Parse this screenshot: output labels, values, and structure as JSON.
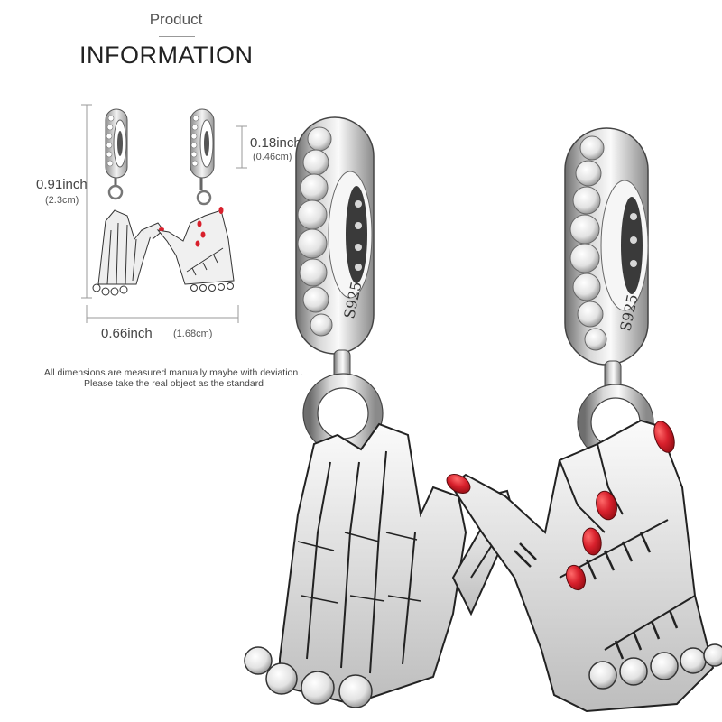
{
  "header": {
    "subtitle": "Product",
    "title": "INFORMATION"
  },
  "dimensions": {
    "height_in": "0.91inch",
    "height_cm": "(2.3cm)",
    "bail_in": "0.18inch",
    "bail_cm": "(0.46cm)",
    "width_in": "0.66inch",
    "width_cm": "(1.68cm)"
  },
  "note": {
    "line1": "All dimensions are measured manually maybe with deviation .",
    "line2": "Please take the real object as the standard"
  },
  "engraving": {
    "mark": "S925"
  },
  "colors": {
    "silver_light": "#f2f2f2",
    "silver_mid": "#bdbdbd",
    "silver_dark": "#5a5a5a",
    "enamel_red": "#d8202c",
    "line": "#9a9a9a"
  }
}
